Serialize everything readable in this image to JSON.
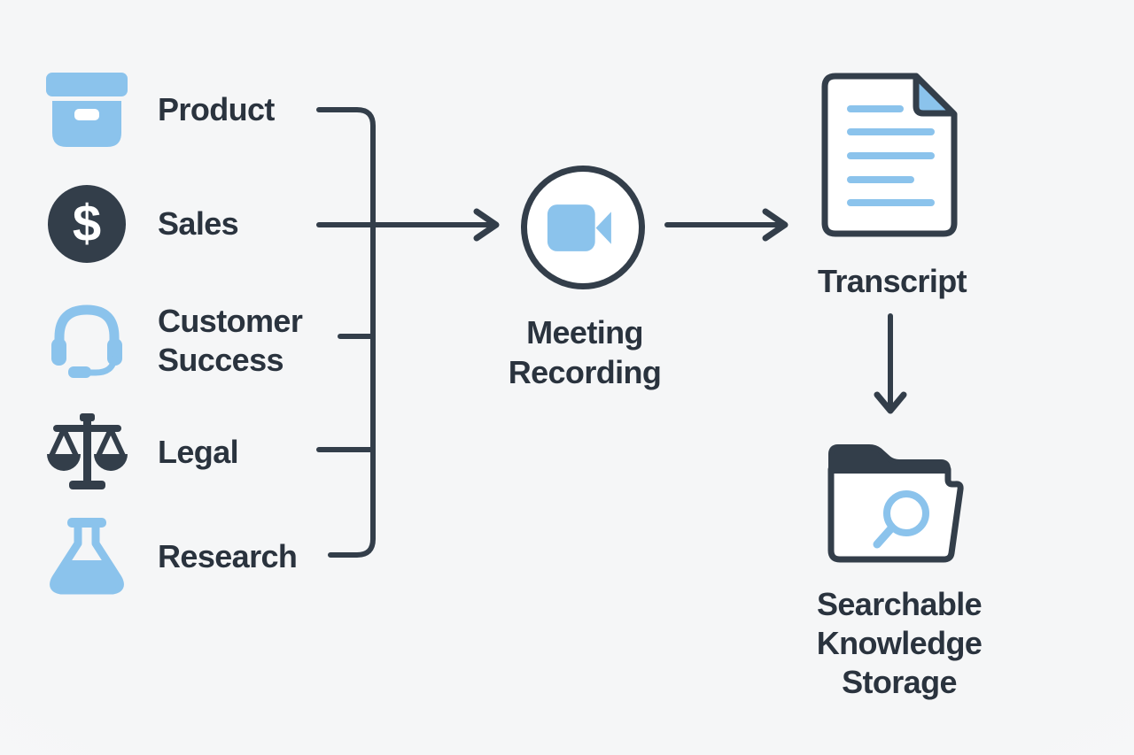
{
  "colors": {
    "ink": "#333E4A",
    "blue": "#8BC3EC",
    "text": "#2A333E",
    "bg": "#F5F6F7",
    "white": "#FFFFFF"
  },
  "departments": [
    {
      "label": "Product",
      "icon": "archive-box-icon"
    },
    {
      "label": "Sales",
      "icon": "dollar-circle-icon",
      "glyph": "$"
    },
    {
      "label": "Customer Success",
      "icon": "headset-icon"
    },
    {
      "label": "Legal",
      "icon": "scales-icon"
    },
    {
      "label": "Research",
      "icon": "flask-icon"
    }
  ],
  "flow": {
    "meeting_recording": {
      "label": "Meeting Recording",
      "icon": "video-camera-icon"
    },
    "transcript": {
      "label": "Transcript",
      "icon": "document-icon"
    },
    "storage": {
      "label": "Searchable Knowledge Storage",
      "icon": "search-folder-icon"
    }
  }
}
